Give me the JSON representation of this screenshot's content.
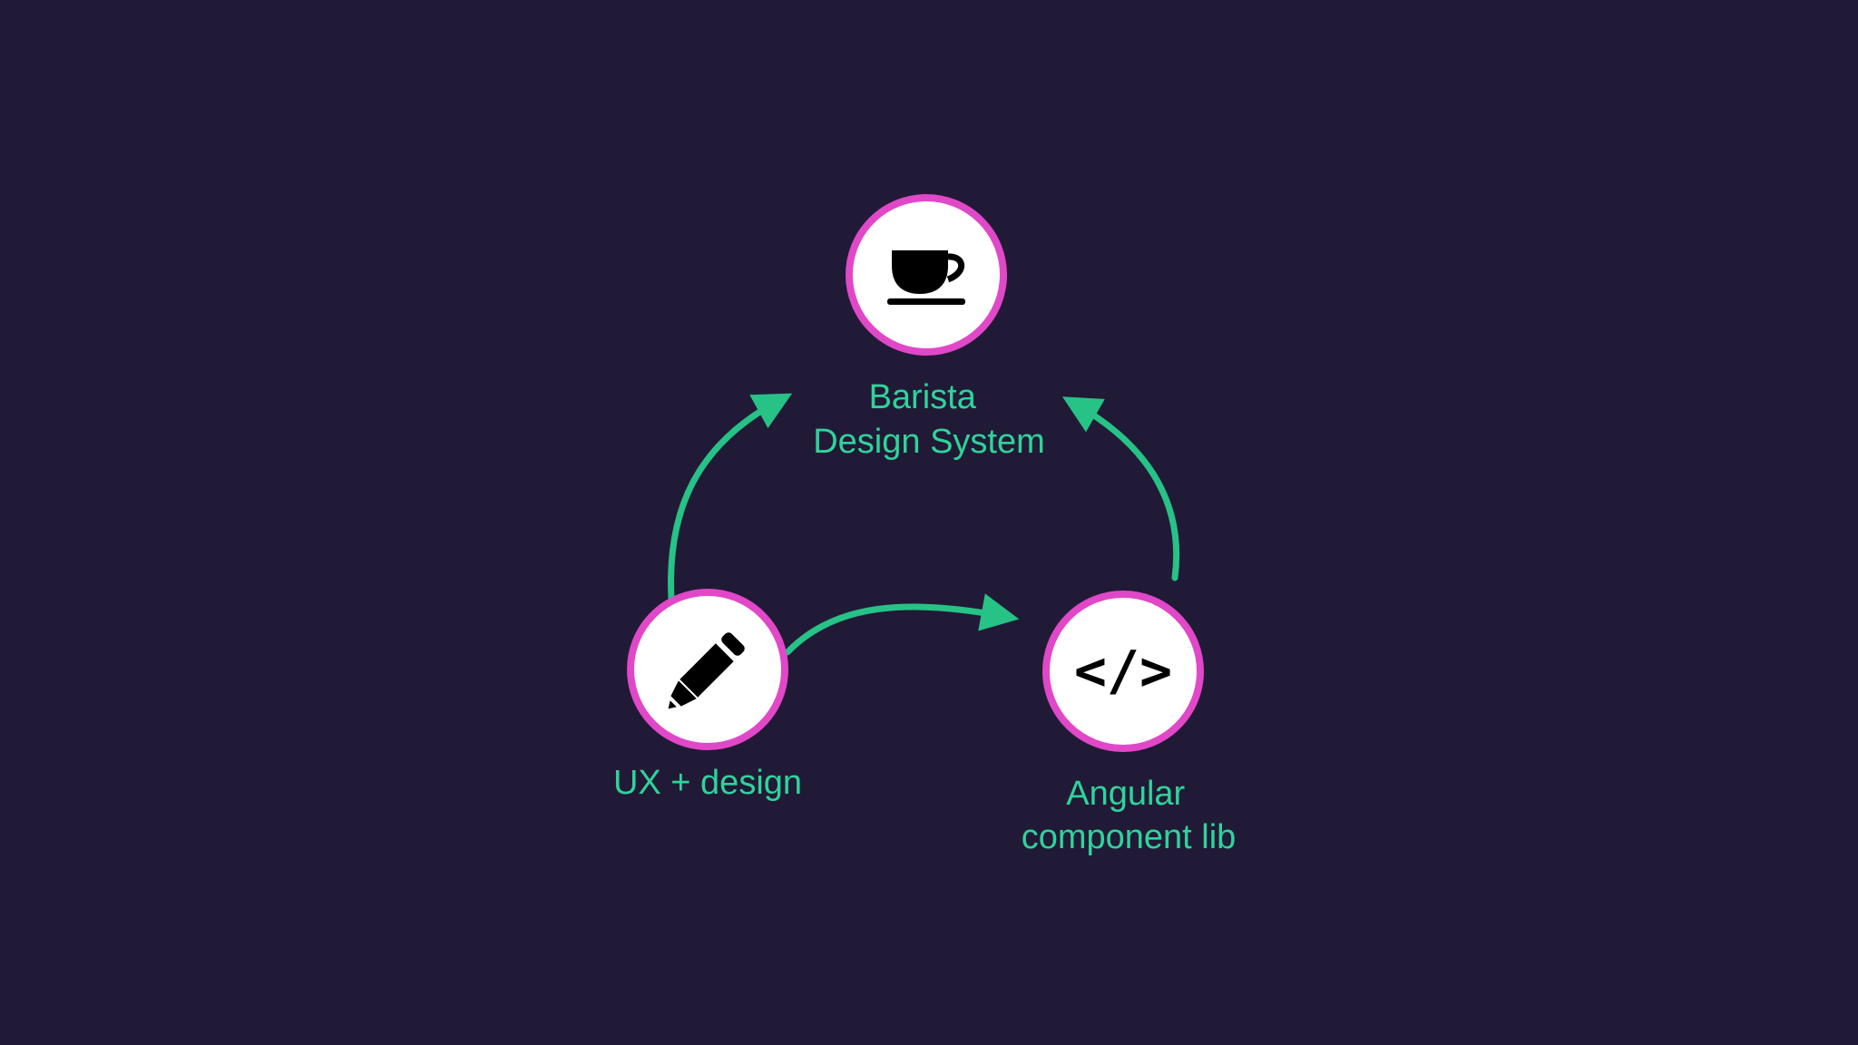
{
  "diagram": {
    "nodes": [
      {
        "id": "barista",
        "icon": "coffee-cup-icon",
        "label_lines": [
          "Barista",
          "Design System"
        ]
      },
      {
        "id": "ux",
        "icon": "pencil-icon",
        "label_lines": [
          "UX + design"
        ]
      },
      {
        "id": "angular",
        "icon": "code-icon",
        "label_lines": [
          "Angular",
          "component lib"
        ],
        "icon_text": "</>"
      }
    ],
    "edges": [
      {
        "from": "ux",
        "to": "barista"
      },
      {
        "from": "ux",
        "to": "angular"
      },
      {
        "from": "angular",
        "to": "barista"
      }
    ]
  },
  "colors": {
    "background": "#211a37",
    "node_fill": "#ffffff",
    "node_border": "#e048c8",
    "arrow": "#26c286",
    "label": "#2fd39a",
    "icon": "#000000"
  }
}
